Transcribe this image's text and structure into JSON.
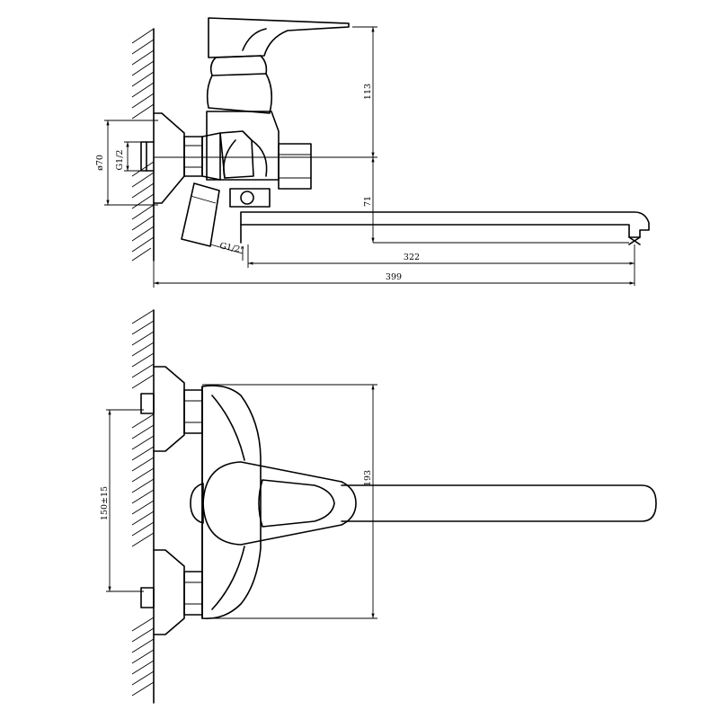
{
  "side_view": {
    "dim_height_upper": "113",
    "dim_height_lower": "71",
    "dim_spout_reach": "322",
    "dim_total_reach": "399",
    "dim_flange_diameter": "ø70",
    "dim_thread_inlet": "G1/2",
    "dim_thread_outlet": "G1/2\""
  },
  "top_view": {
    "dim_inlet_spacing": "150±15",
    "dim_body_height": "193"
  }
}
